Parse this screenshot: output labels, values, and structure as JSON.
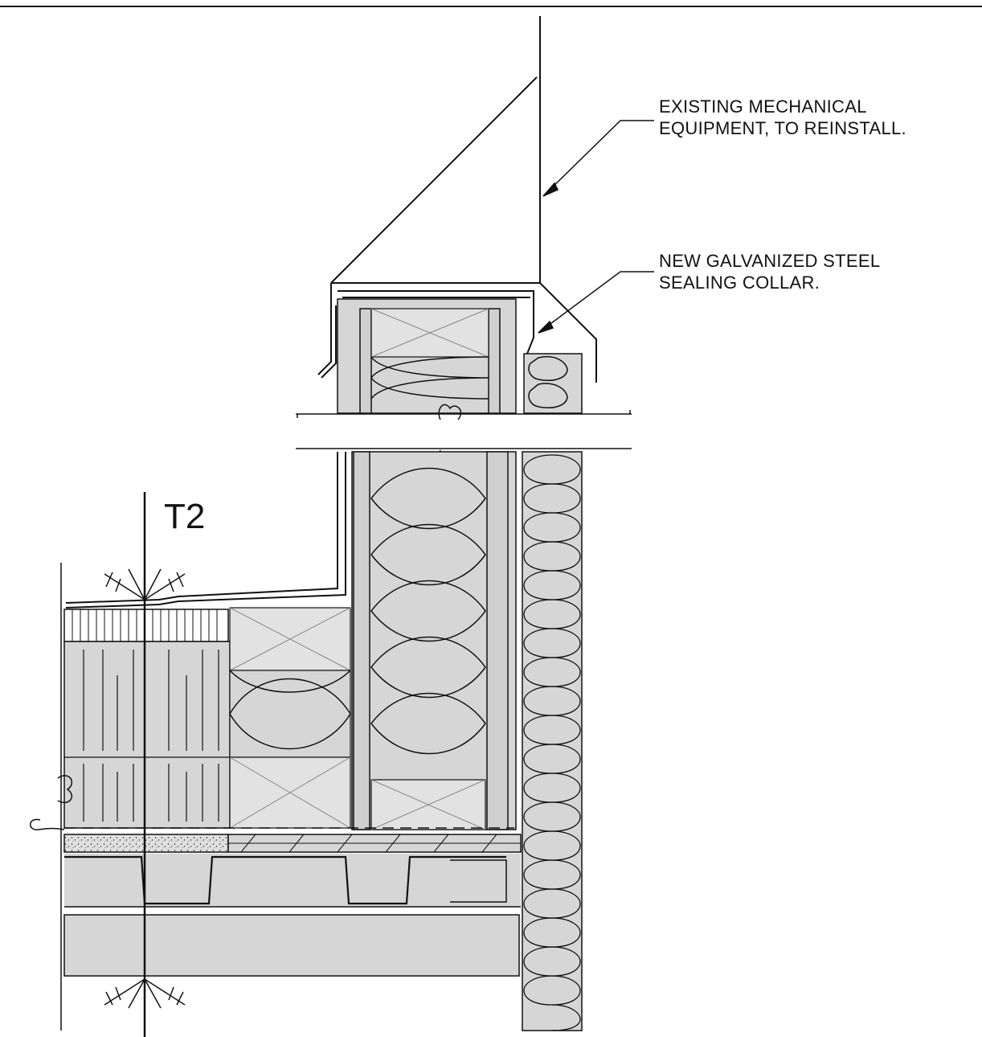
{
  "section_marker": {
    "tag": "T2"
  },
  "callouts": [
    {
      "line1": "EXISTING MECHANICAL",
      "line2": "EQUIPMENT, TO REINSTALL."
    },
    {
      "line1": "NEW GALVANIZED STEEL",
      "line2": "SEALING COLLAR."
    }
  ],
  "colors": {
    "line": "#111111",
    "material_fill": "#d6d6d6",
    "light_hatch": "#f2f2f2",
    "background": "#ffffff"
  }
}
